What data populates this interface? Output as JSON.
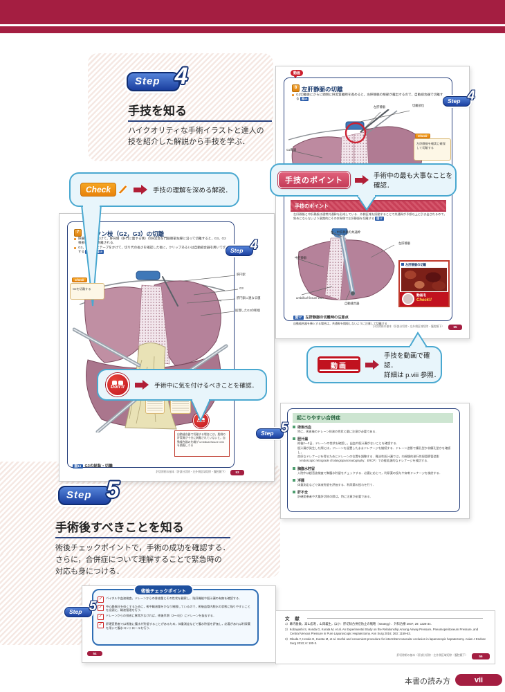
{
  "colors": {
    "maroon": "#a41e41",
    "step_blue": "#1b3f9f",
    "callout_blue": "#49a8d0",
    "check_orange": "#e8820c",
    "alert_red": "#c1121f",
    "point_red": "#c43b58",
    "green_header": "#cde5d1"
  },
  "step4": {
    "word": "Step",
    "num": "4",
    "title": "手技を知る",
    "desc1": "ハイクオリティな手術イラストと達人の",
    "desc2": "技を紹介した解説から手技を学ぶ．"
  },
  "step5": {
    "word": "Step",
    "num": "5",
    "title": "手術後すべきことを知る",
    "desc1": "術後チェックポイントで，手術の成功を確認する．",
    "desc2": "さらに，合併症について理解することで緊急時の",
    "desc3": "対応も身につける．"
  },
  "callout_check": {
    "badge": "Check",
    "text": "手技の理解を深める解説．"
  },
  "callout_point": {
    "badge": "手技のポイント",
    "text": "手術中の最も大事なことを確認．"
  },
  "callout_dont": {
    "badge": "Don't!",
    "text": "手術中に気を付けるべきことを確認．"
  },
  "callout_video": {
    "badge": "動画",
    "line1": "手技を動画で確認．",
    "line2": "詳細は p.viii 参照．"
  },
  "left_page": {
    "step_word": "Step",
    "step_num": "4",
    "num": "7",
    "title": "グリソン枝（G2，G3）の切離",
    "bullet1": "肝臓を頭側によけて，肝背側（肝門に面する側）の肝実質を門脈臍部左縁に沿って切離すると，G3，G2根部の全周が剥離される．",
    "bullet2": "G3，G2根部にテープをかけて，切り代の長さを確認した後に，クリップあるいは自動縫合器を用いて切離する",
    "fig1": "図14",
    "fig2": "図15",
    "check_badge": "Check",
    "check_note": "G2を切離する",
    "labels": [
      "肝円索",
      "G3",
      "肝円索に連なる膜",
      "処理したG3の断端"
    ],
    "dont_label": "Don't!",
    "dont_note": "自動縫合器で切離する場合には，奥側の肝実質が十分に剥離されていないと，自動縫合器の先端が umbilical fissure vein を損傷しうる",
    "caption_badge": "図14",
    "caption": "G3の結紮・切離",
    "footer": "肝切除術の基本（肝部分切除・左外側区域切除・腹腔鏡下）",
    "footer_page": "53"
  },
  "right_page": {
    "step_word": "Step",
    "step_num": "4",
    "video_badge": "動画",
    "num": "8",
    "title": "左肝静脈の切離",
    "bullet": "G2切離後にさらに頭側に肝実質離断を進めると，左肝静脈の根部が露出するので，自動縫合器で切離する",
    "fig": "図16",
    "label_vein": "左肝静脈",
    "label_site": "切離部位",
    "label_g2": "G2断端",
    "check_badge": "Check",
    "check_note": "左肝静脈を確実に確保して切離する",
    "banner": "手技のポイント",
    "point_text": "左肝静脈と中肝静脈は通常共通幹を形成している．外側区域を授動することで共通幹が予想以上に引き出されるので，斜めにならないよう意識的にその本幹側で左肝静脈を切離する",
    "point_fig": "図17",
    "label_trunk": "左・中肝静脈の共通幹",
    "label_lhv": "左肝静脈",
    "label_mhv": "中肝静脈",
    "label_ufv": "umbilical fissure vein",
    "label_stapler": "自動縫合器",
    "photo_title": "左肝静脈の切離",
    "photo_l1": "動画を",
    "photo_l2": "Check!!",
    "caption_badge": "図17",
    "caption": "左肝静脈の切離時の注意点",
    "note": "自動縫合器を挿入する場合は，共通幹を損傷しないように注意して切離する",
    "footer": "肝切除術の基本（肝部分切除・左外側区域切除・腹腔鏡下）",
    "footer_page": "55"
  },
  "comp_page": {
    "step_word": "Step",
    "step_num": "5",
    "header": "起こりやすい合併症",
    "sections": [
      {
        "title": "術後出血",
        "lines": [
          "特に，術直後のドレーン排液の性状と量に注意が必要である．"
        ]
      },
      {
        "title": "胆汁漏",
        "lines": [
          "術後2〜3日，ドレーンの性状を確認し，出血や胆汁漏がないことを確認する．",
          "胆汁漏が発生した際には，ドレーンを留置したままドレナージを継続する．ドレーン造影で瘻孔型か非瘻孔型かを確認し，",
          "良好なドレナージを得るためにドレーンの位置を調整する．難治性胆汁漏では，内視鏡的逆行性胆管膵管造影",
          "（endoscopic retrograde cholangiopancreatography：ERCP）での経乳頭的なドレナージを検討する．"
        ]
      },
      {
        "title": "胸腹水貯留",
        "lines": [
          "入院中は超音波検査で胸腹水貯留をチェックする．必要に応じて，利尿薬の投与や穿刺ドレナージを検討する．"
        ]
      },
      {
        "title": "浮腫",
        "lines": [
          "体重測定などで体液貯留を評価する．利尿薬の投与を行う．"
        ]
      },
      {
        "title": "肝不全",
        "lines": [
          "肝硬変患者や大量肝切除の際は，特に注意が必要である．"
        ]
      }
    ]
  },
  "check_page": {
    "step_word": "Step",
    "step_num": "5",
    "badge": "術後チェックポイント",
    "glyph": "✓",
    "items": [
      "バイタルや血液検査，ドレーンからの排液量とその性状を観察し，残肝機能や胆汁漏の有無を確認する．",
      "中心静脈圧を低くするために，術中輸液量をかなり制限しているので，術後血管内脱水の状態に陥りやすいことを念頭に，輸液管理を行う．",
      "ドレーンからの排液に異常がなければ，術後早期（2〜4日）にドレーンを抜去する．",
      "肝硬変患者では術後に腹水が貯留することがあるため，体重測定などで腹水貯留を評価し，必要があれば利尿薬を用いて腹水コントロールを行う．"
    ],
    "footer_page": "54"
  },
  "refs_page": {
    "header": "文 献",
    "refs": [
      "1）幕内雅敏，高山忠利，山岡義生，ほか：肝切除合併症防止の戦略（strategy）．外科治療 2007; 29: 1228-34.",
      "2）Kobayashi S, Honda G, Kurata M, et al. An Experimental Study on the Relationship Among Airway Pressure, Pneumoperitoneum Pressure, and Central Venous Pressure in Pure Laparoscopic Hepatectomy. Ann Surg 2016; 263: 1159-63.",
      "3）Okuda Y, Honda G, Kurata M, et al. Useful and convenient procedure for intermittent vascular occlusion in laparoscopic hepatectomy. Asian J Endosc Surg 2013; 6: 100-3."
    ],
    "footer": "肝切除術の基本（肝部分切除・左外側区域切除・腹腔鏡下）",
    "footer_page": "56"
  },
  "page_footer": {
    "label": "本書の読み方",
    "page": "vii"
  }
}
